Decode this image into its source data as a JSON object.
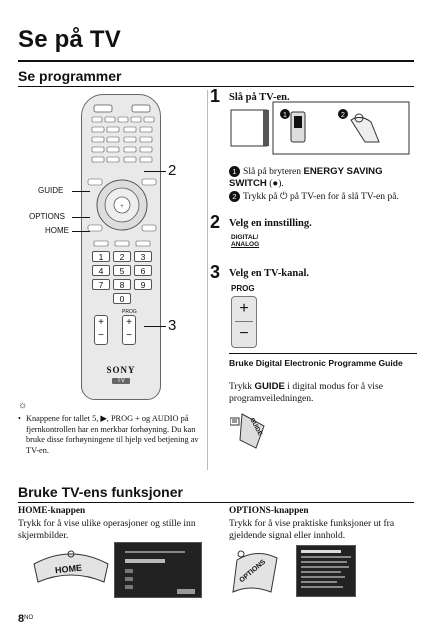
{
  "page": {
    "title": "Se på TV",
    "number": "8",
    "lang_code": "NO"
  },
  "section1": {
    "title": "Se programmer",
    "callouts": {
      "guide": "GUIDE",
      "options": "OPTIONS",
      "home": "HOME",
      "num2": "2",
      "num3": "3"
    },
    "remote": {
      "brand": "SONY",
      "tv_label": "TV",
      "keys": [
        "1",
        "2",
        "3",
        "4",
        "5",
        "6",
        "7",
        "8",
        "9",
        "0"
      ],
      "prog_label": "PROG"
    },
    "tip": "Knappene for tallet 5, ▶, PROG + og AUDIO på fjernkontrollen har en merkbar forhøyning. Du kan bruke disse forhøyningene til hjelp ved betjening av TV-en."
  },
  "steps": [
    {
      "num": "1",
      "title": "Slå på TV-en."
    },
    {
      "num": "2",
      "title": "Velg en innstilling."
    },
    {
      "num": "3",
      "title": "Velg en TV-kanal."
    }
  ],
  "step1_items": {
    "a_text_before": "Slå på bryteren ",
    "a_bold": "ENERGY SAVING SWITCH",
    "a_after": " (●).",
    "b_text": "Trykk på ⏻ på TV-en for å slå TV-en på."
  },
  "digital_analog": {
    "line1": "DIGITAL/",
    "line2": "ANALOG"
  },
  "prog_label": "PROG",
  "guide_box": {
    "title": "Bruke Digital Electronic Programme Guide",
    "text_before": "Trykk ",
    "text_bold": "GUIDE",
    "text_after": " i digital modus for å vise programveiledningen.",
    "button_label": "GUIDE"
  },
  "section2": {
    "title": "Bruke TV-ens funksjoner",
    "home": {
      "title": "HOME-knappen",
      "text": "Trykk for å vise ulike operasjoner og stille inn skjermbilder.",
      "button_label": "HOME"
    },
    "options": {
      "title": "OPTIONS-knappen",
      "text": "Trykk for å vise praktiske funksjoner ut fra gjeldende signal eller innhold.",
      "button_label": "OPTIONS"
    }
  }
}
